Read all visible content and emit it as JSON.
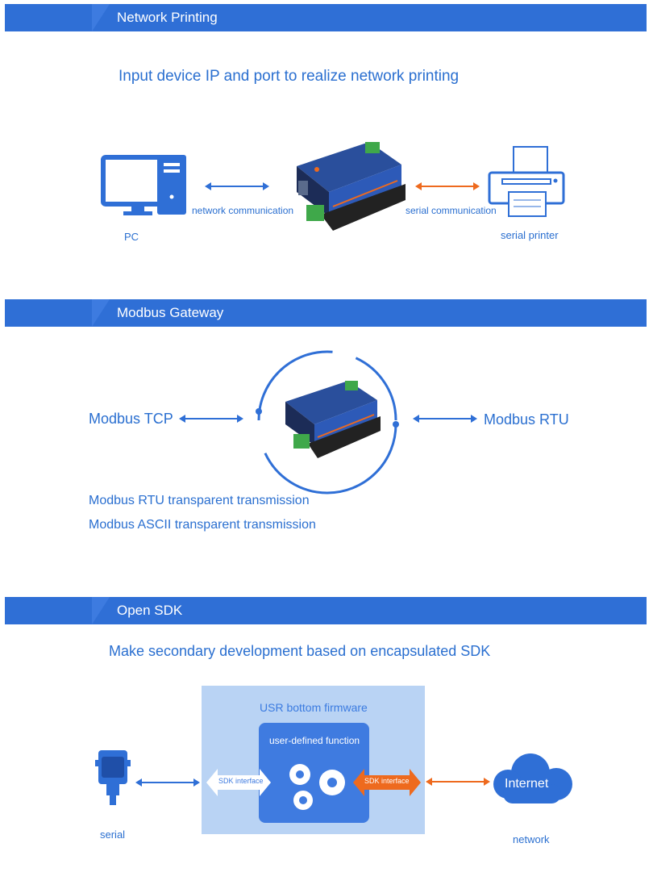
{
  "sections": {
    "network_printing": {
      "title": "Network Printing",
      "subtitle": "Input device IP and port to realize network printing",
      "pc_label": "PC",
      "network_label": "network communication",
      "serial_label": "serial communication",
      "printer_label": "serial printer"
    },
    "modbus_gateway": {
      "title": "Modbus Gateway",
      "tcp_label": "Modbus TCP",
      "rtu_label": "Modbus RTU",
      "line1": "Modbus RTU transparent transmission",
      "line2": "Modbus ASCII transparent transmission"
    },
    "open_sdk": {
      "title": "Open SDK",
      "subtitle": "Make secondary development based on encapsulated SDK",
      "firmware_label": "USR bottom firmware",
      "function_label": "user-defined function",
      "sdk_left": "SDK interface",
      "sdk_right": "SDK interface",
      "internet_label": "Internet",
      "serial_label": "serial",
      "network_label": "network"
    }
  },
  "colors": {
    "banner": "#2f6fd6",
    "text": "#2a6fd0",
    "accent_orange": "#ee6a1e",
    "panel_light": "#b9d3f4",
    "panel_dark": "#3f7be0"
  }
}
